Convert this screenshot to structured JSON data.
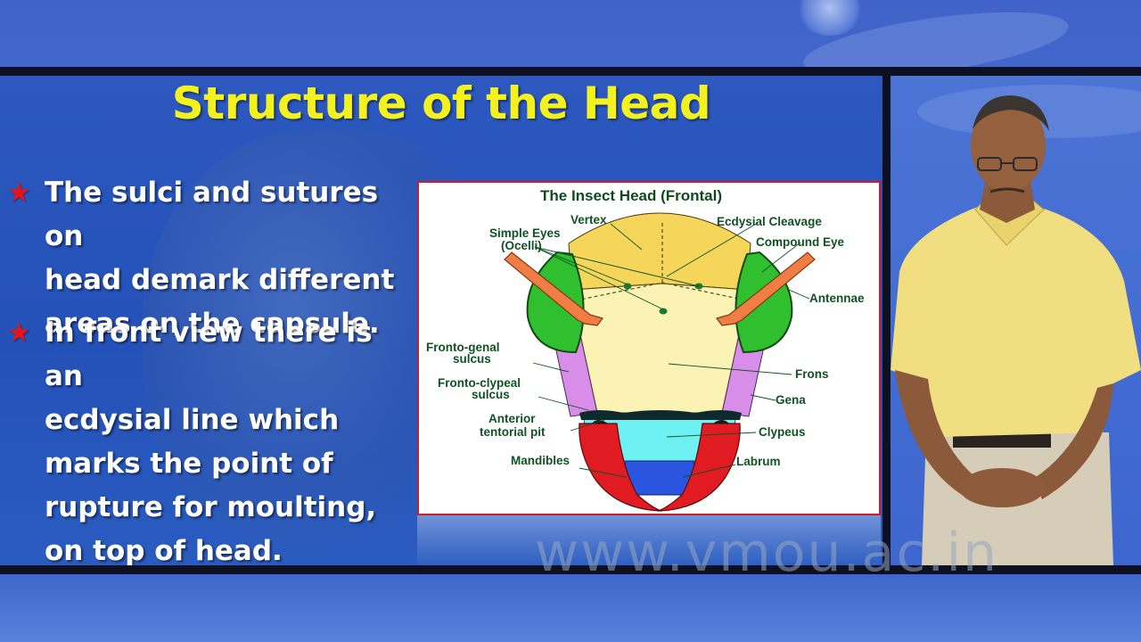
{
  "slide": {
    "title": "Structure of the Head",
    "bullets": [
      {
        "lines": [
          "The sulci and sutures on",
          "head demark different",
          "areas on the capsule."
        ]
      },
      {
        "lines": [
          "In front view there is an",
          "ecdysial line which",
          "marks the point of",
          "rupture for moulting,",
          "on top of head."
        ]
      }
    ],
    "bullet_icon": "red-star-icon"
  },
  "diagram": {
    "title": "The Insect Head (Frontal)",
    "labels": {
      "vertex": "Vertex",
      "ecdysial_cleavage": "Ecdysial Cleavage",
      "simple_eyes": "Simple Eyes",
      "ocelli": "(Ocelli)",
      "compound_eye": "Compound Eye",
      "antennae": "Antennae",
      "fronto_genal": "Fronto-genal",
      "fronto_genal_2": "sulcus",
      "frons": "Frons",
      "fronto_clypeal": "Fronto-clypeal",
      "fronto_clypeal_2": "sulcus",
      "gena": "Gena",
      "anterior": "Anterior",
      "tentorial_pit": "tentorial pit",
      "clypeus": "Clypeus",
      "mandibles": "Mandibles",
      "labrum": "Labrum"
    },
    "colors": {
      "vertex": "#f5d65a",
      "frons": "#fbf3b4",
      "compound_eye": "#2fbf2f",
      "gena": "#d88ee8",
      "clypeus": "#6ff0f3",
      "mandibles": "#e11b22",
      "labrum": "#2a55e0",
      "antenna": "#f07d44",
      "label": "#0f5223"
    }
  },
  "watermark": "www.vmou.ac.in",
  "colors": {
    "title": "#f3f21e",
    "star": "#e4141b",
    "slide_bg": "#2451b8",
    "frame": "#0c1020"
  }
}
